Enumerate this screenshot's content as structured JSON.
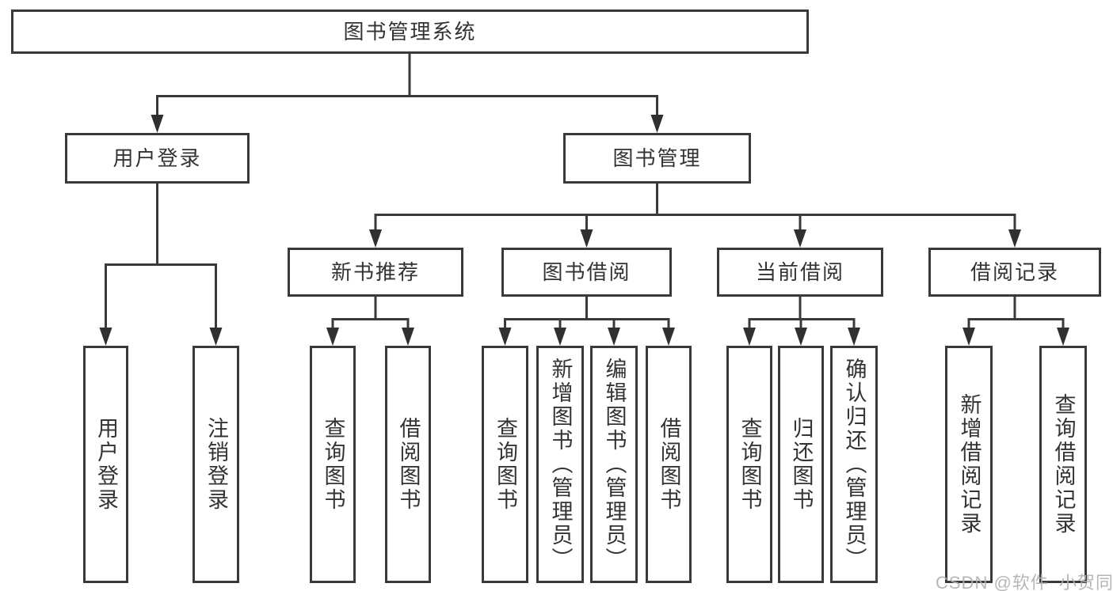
{
  "diagram": {
    "type": "hierarchy-tree",
    "colors": {
      "line": "#3a3a3a",
      "box_border": "#3a3a3a",
      "text": "#333333",
      "background": "#ffffff",
      "watermark": "#b5b5b5"
    },
    "nodes": {
      "root": {
        "label": "图书管理系统"
      },
      "user_login": {
        "label": "用户登录"
      },
      "book_mgmt": {
        "label": "图书管理"
      },
      "new_book_rec": {
        "label": "新书推荐"
      },
      "book_borrow": {
        "label": "图书借阅"
      },
      "current_borrow": {
        "label": "当前借阅"
      },
      "borrow_records": {
        "label": "借阅记录"
      },
      "ul_user_login": {
        "label": "用户登录"
      },
      "ul_logout": {
        "label": "注销登录"
      },
      "nb_query_book": {
        "label": "查询图书"
      },
      "nb_borrow_book": {
        "label": "借阅图书"
      },
      "bb_query_book": {
        "label": "查询图书"
      },
      "bb_add_book": {
        "label": "新增图书（管理员）"
      },
      "bb_edit_book": {
        "label": "编辑图书（管理员）"
      },
      "bb_borrow_book": {
        "label": "借阅图书"
      },
      "cb_query_book": {
        "label": "查询图书"
      },
      "cb_return_book": {
        "label": "归还图书"
      },
      "cb_confirm_return": {
        "label": "确认归还（管理员）"
      },
      "br_add_record": {
        "label": "新增借阅记录"
      },
      "br_query_record": {
        "label": "查询借阅记录"
      }
    },
    "edges": [
      [
        "root",
        "user_login"
      ],
      [
        "root",
        "book_mgmt"
      ],
      [
        "user_login",
        "ul_user_login"
      ],
      [
        "user_login",
        "ul_logout"
      ],
      [
        "book_mgmt",
        "new_book_rec"
      ],
      [
        "book_mgmt",
        "book_borrow"
      ],
      [
        "book_mgmt",
        "current_borrow"
      ],
      [
        "book_mgmt",
        "borrow_records"
      ],
      [
        "new_book_rec",
        "nb_query_book"
      ],
      [
        "new_book_rec",
        "nb_borrow_book"
      ],
      [
        "book_borrow",
        "bb_query_book"
      ],
      [
        "book_borrow",
        "bb_add_book"
      ],
      [
        "book_borrow",
        "bb_edit_book"
      ],
      [
        "book_borrow",
        "bb_borrow_book"
      ],
      [
        "current_borrow",
        "cb_query_book"
      ],
      [
        "current_borrow",
        "cb_return_book"
      ],
      [
        "current_borrow",
        "cb_confirm_return"
      ],
      [
        "borrow_records",
        "br_add_record"
      ],
      [
        "borrow_records",
        "br_query_record"
      ]
    ]
  },
  "watermark": {
    "text": "CSDN @软件_小贺同学"
  }
}
